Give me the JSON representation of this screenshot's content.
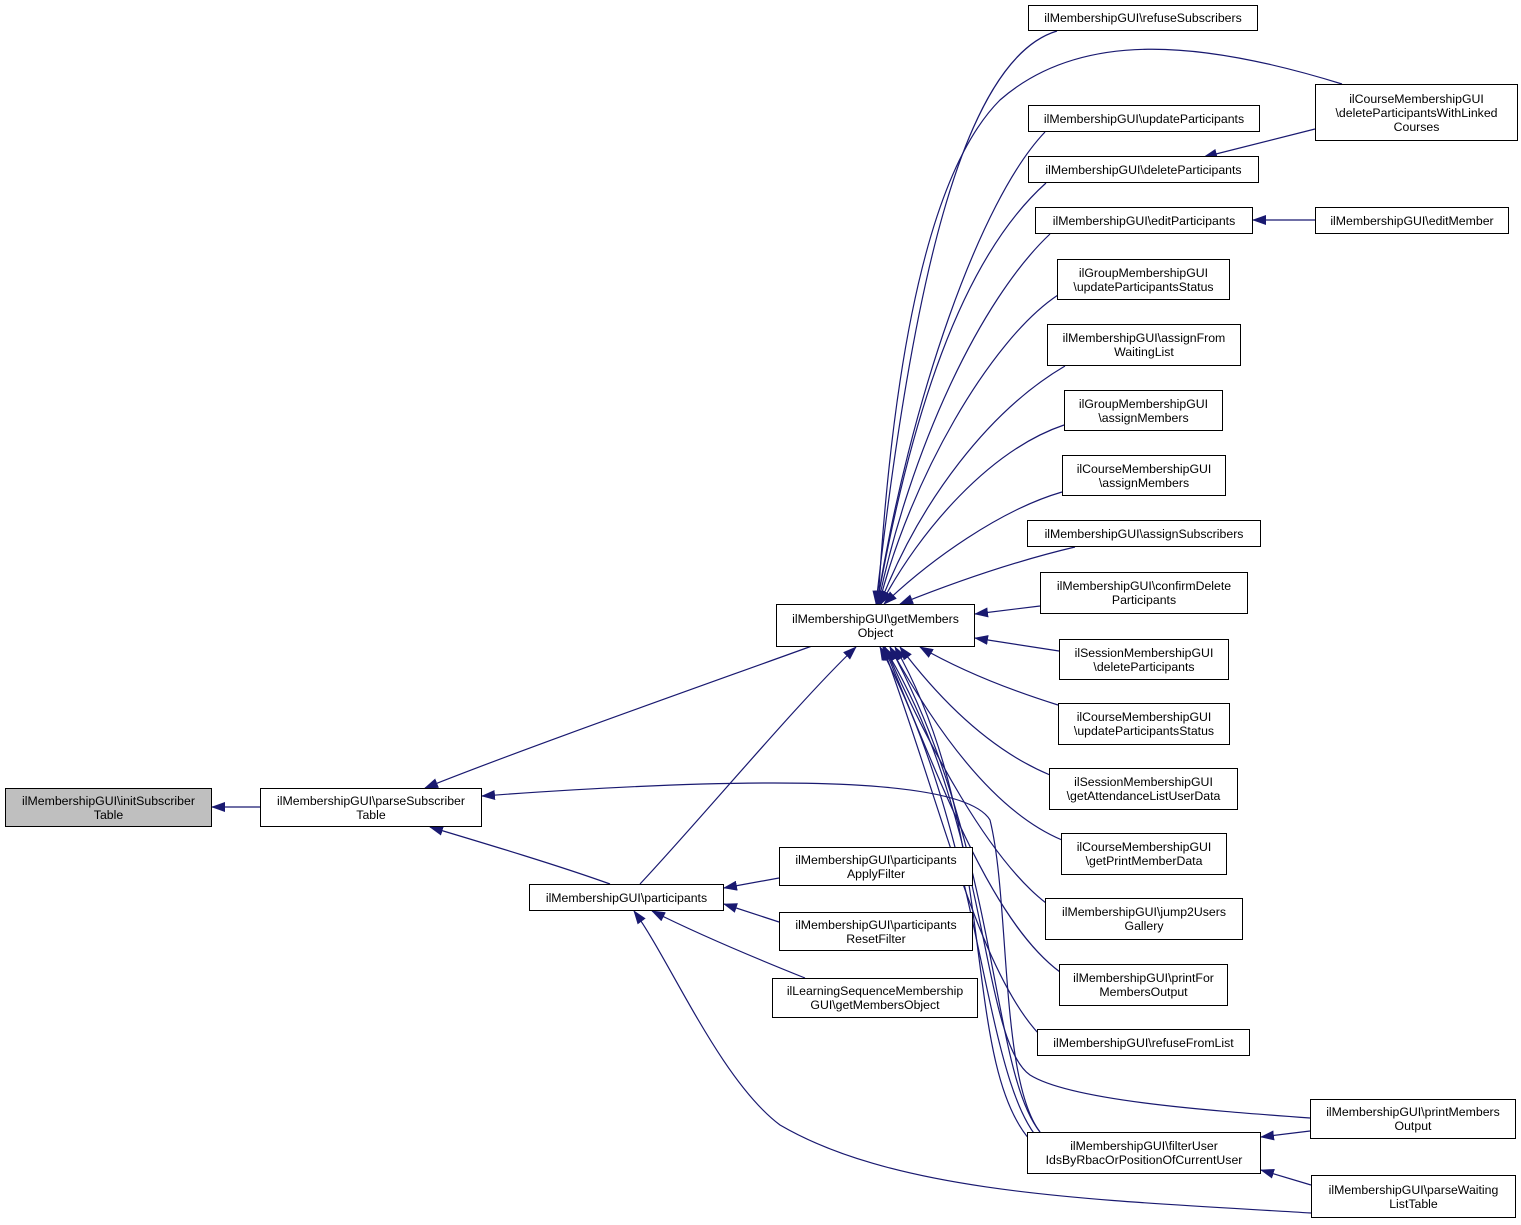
{
  "colors": {
    "edge": "#191970",
    "node_border": "#000000",
    "root_fill": "#bfbfbf",
    "node_fill": "#ffffff"
  },
  "nodes": [
    {
      "id": "initSubscriber",
      "lines": [
        "ilMembershipGUI\\initSubscriber",
        "Table"
      ],
      "root": true
    },
    {
      "id": "parseSubscriber",
      "lines": [
        "ilMembershipGUI\\parseSubscriber",
        "Table"
      ]
    },
    {
      "id": "getMembers",
      "lines": [
        "ilMembershipGUI\\getMembers",
        "Object"
      ]
    },
    {
      "id": "participants",
      "lines": [
        "ilMembershipGUI\\participants"
      ]
    },
    {
      "id": "partApply",
      "lines": [
        "ilMembershipGUI\\participants",
        "ApplyFilter"
      ]
    },
    {
      "id": "partReset",
      "lines": [
        "ilMembershipGUI\\participants",
        "ResetFilter"
      ]
    },
    {
      "id": "lsGetMembers",
      "lines": [
        "ilLearningSequenceMembership",
        "GUI\\getMembersObject"
      ]
    },
    {
      "id": "refuseSubs",
      "lines": [
        "ilMembershipGUI\\refuseSubscribers"
      ]
    },
    {
      "id": "updateParts",
      "lines": [
        "ilMembershipGUI\\updateParticipants"
      ]
    },
    {
      "id": "deleteParts",
      "lines": [
        "ilMembershipGUI\\deleteParticipants"
      ]
    },
    {
      "id": "editParts",
      "lines": [
        "ilMembershipGUI\\editParticipants"
      ]
    },
    {
      "id": "grpUpdateStatus",
      "lines": [
        "ilGroupMembershipGUI",
        "\\updateParticipantsStatus"
      ]
    },
    {
      "id": "assignFromWL",
      "lines": [
        "ilMembershipGUI\\assignFrom",
        "WaitingList"
      ]
    },
    {
      "id": "grpAssign",
      "lines": [
        "ilGroupMembershipGUI",
        "\\assignMembers"
      ]
    },
    {
      "id": "crsAssign",
      "lines": [
        "ilCourseMembershipGUI",
        "\\assignMembers"
      ]
    },
    {
      "id": "assignSubs",
      "lines": [
        "ilMembershipGUI\\assignSubscribers"
      ]
    },
    {
      "id": "confirmDelete",
      "lines": [
        "ilMembershipGUI\\confirmDelete",
        "Participants"
      ]
    },
    {
      "id": "sessDelete",
      "lines": [
        "ilSessionMembershipGUI",
        "\\deleteParticipants"
      ]
    },
    {
      "id": "crsUpdateStatus",
      "lines": [
        "ilCourseMembershipGUI",
        "\\updateParticipantsStatus"
      ]
    },
    {
      "id": "sessAttendance",
      "lines": [
        "ilSessionMembershipGUI",
        "\\getAttendanceListUserData"
      ]
    },
    {
      "id": "crsPrintData",
      "lines": [
        "ilCourseMembershipGUI",
        "\\getPrintMemberData"
      ]
    },
    {
      "id": "jump2Users",
      "lines": [
        "ilMembershipGUI\\jump2Users",
        "Gallery"
      ]
    },
    {
      "id": "printForMembers",
      "lines": [
        "ilMembershipGUI\\printFor",
        "MembersOutput"
      ]
    },
    {
      "id": "refuseFromList",
      "lines": [
        "ilMembershipGUI\\refuseFromList"
      ]
    },
    {
      "id": "filterUser",
      "lines": [
        "ilMembershipGUI\\filterUser",
        "IdsByRbacOrPositionOfCurrentUser"
      ]
    },
    {
      "id": "crsDeleteLinked",
      "lines": [
        "ilCourseMembershipGUI",
        "\\deleteParticipantsWithLinked",
        "Courses"
      ]
    },
    {
      "id": "editMember",
      "lines": [
        "ilMembershipGUI\\editMember"
      ]
    },
    {
      "id": "printMembersOut",
      "lines": [
        "ilMembershipGUI\\printMembers",
        "Output"
      ]
    },
    {
      "id": "parseWaiting",
      "lines": [
        "ilMembershipGUI\\parseWaiting",
        "ListTable"
      ]
    }
  ],
  "edges": [
    {
      "from": "parseSubscriber",
      "to": "initSubscriber"
    },
    {
      "from": "getMembers",
      "to": "parseSubscriber"
    },
    {
      "from": "participants",
      "to": "parseSubscriber"
    },
    {
      "from": "filterUser",
      "to": "parseSubscriber"
    },
    {
      "from": "participants",
      "to": "getMembers"
    },
    {
      "from": "partApply",
      "to": "participants"
    },
    {
      "from": "partReset",
      "to": "participants"
    },
    {
      "from": "lsGetMembers",
      "to": "participants"
    },
    {
      "from": "parseWaiting",
      "to": "participants"
    },
    {
      "from": "refuseSubs",
      "to": "getMembers"
    },
    {
      "from": "crsDeleteLinked",
      "to": "getMembers"
    },
    {
      "from": "updateParts",
      "to": "getMembers"
    },
    {
      "from": "deleteParts",
      "to": "getMembers"
    },
    {
      "from": "editParts",
      "to": "getMembers"
    },
    {
      "from": "grpUpdateStatus",
      "to": "getMembers"
    },
    {
      "from": "assignFromWL",
      "to": "getMembers"
    },
    {
      "from": "grpAssign",
      "to": "getMembers"
    },
    {
      "from": "crsAssign",
      "to": "getMembers"
    },
    {
      "from": "assignSubs",
      "to": "getMembers"
    },
    {
      "from": "confirmDelete",
      "to": "getMembers"
    },
    {
      "from": "sessDelete",
      "to": "getMembers"
    },
    {
      "from": "crsUpdateStatus",
      "to": "getMembers"
    },
    {
      "from": "sessAttendance",
      "to": "getMembers"
    },
    {
      "from": "crsPrintData",
      "to": "getMembers"
    },
    {
      "from": "jump2Users",
      "to": "getMembers"
    },
    {
      "from": "printForMembers",
      "to": "getMembers"
    },
    {
      "from": "refuseFromList",
      "to": "getMembers"
    },
    {
      "from": "printMembersOut",
      "to": "getMembers"
    },
    {
      "from": "filterUser",
      "to": "getMembers"
    },
    {
      "from": "crsDeleteLinked",
      "to": "deleteParts"
    },
    {
      "from": "editMember",
      "to": "editParts"
    },
    {
      "from": "printMembersOut",
      "to": "filterUser"
    },
    {
      "from": "parseWaiting",
      "to": "filterUser"
    }
  ]
}
